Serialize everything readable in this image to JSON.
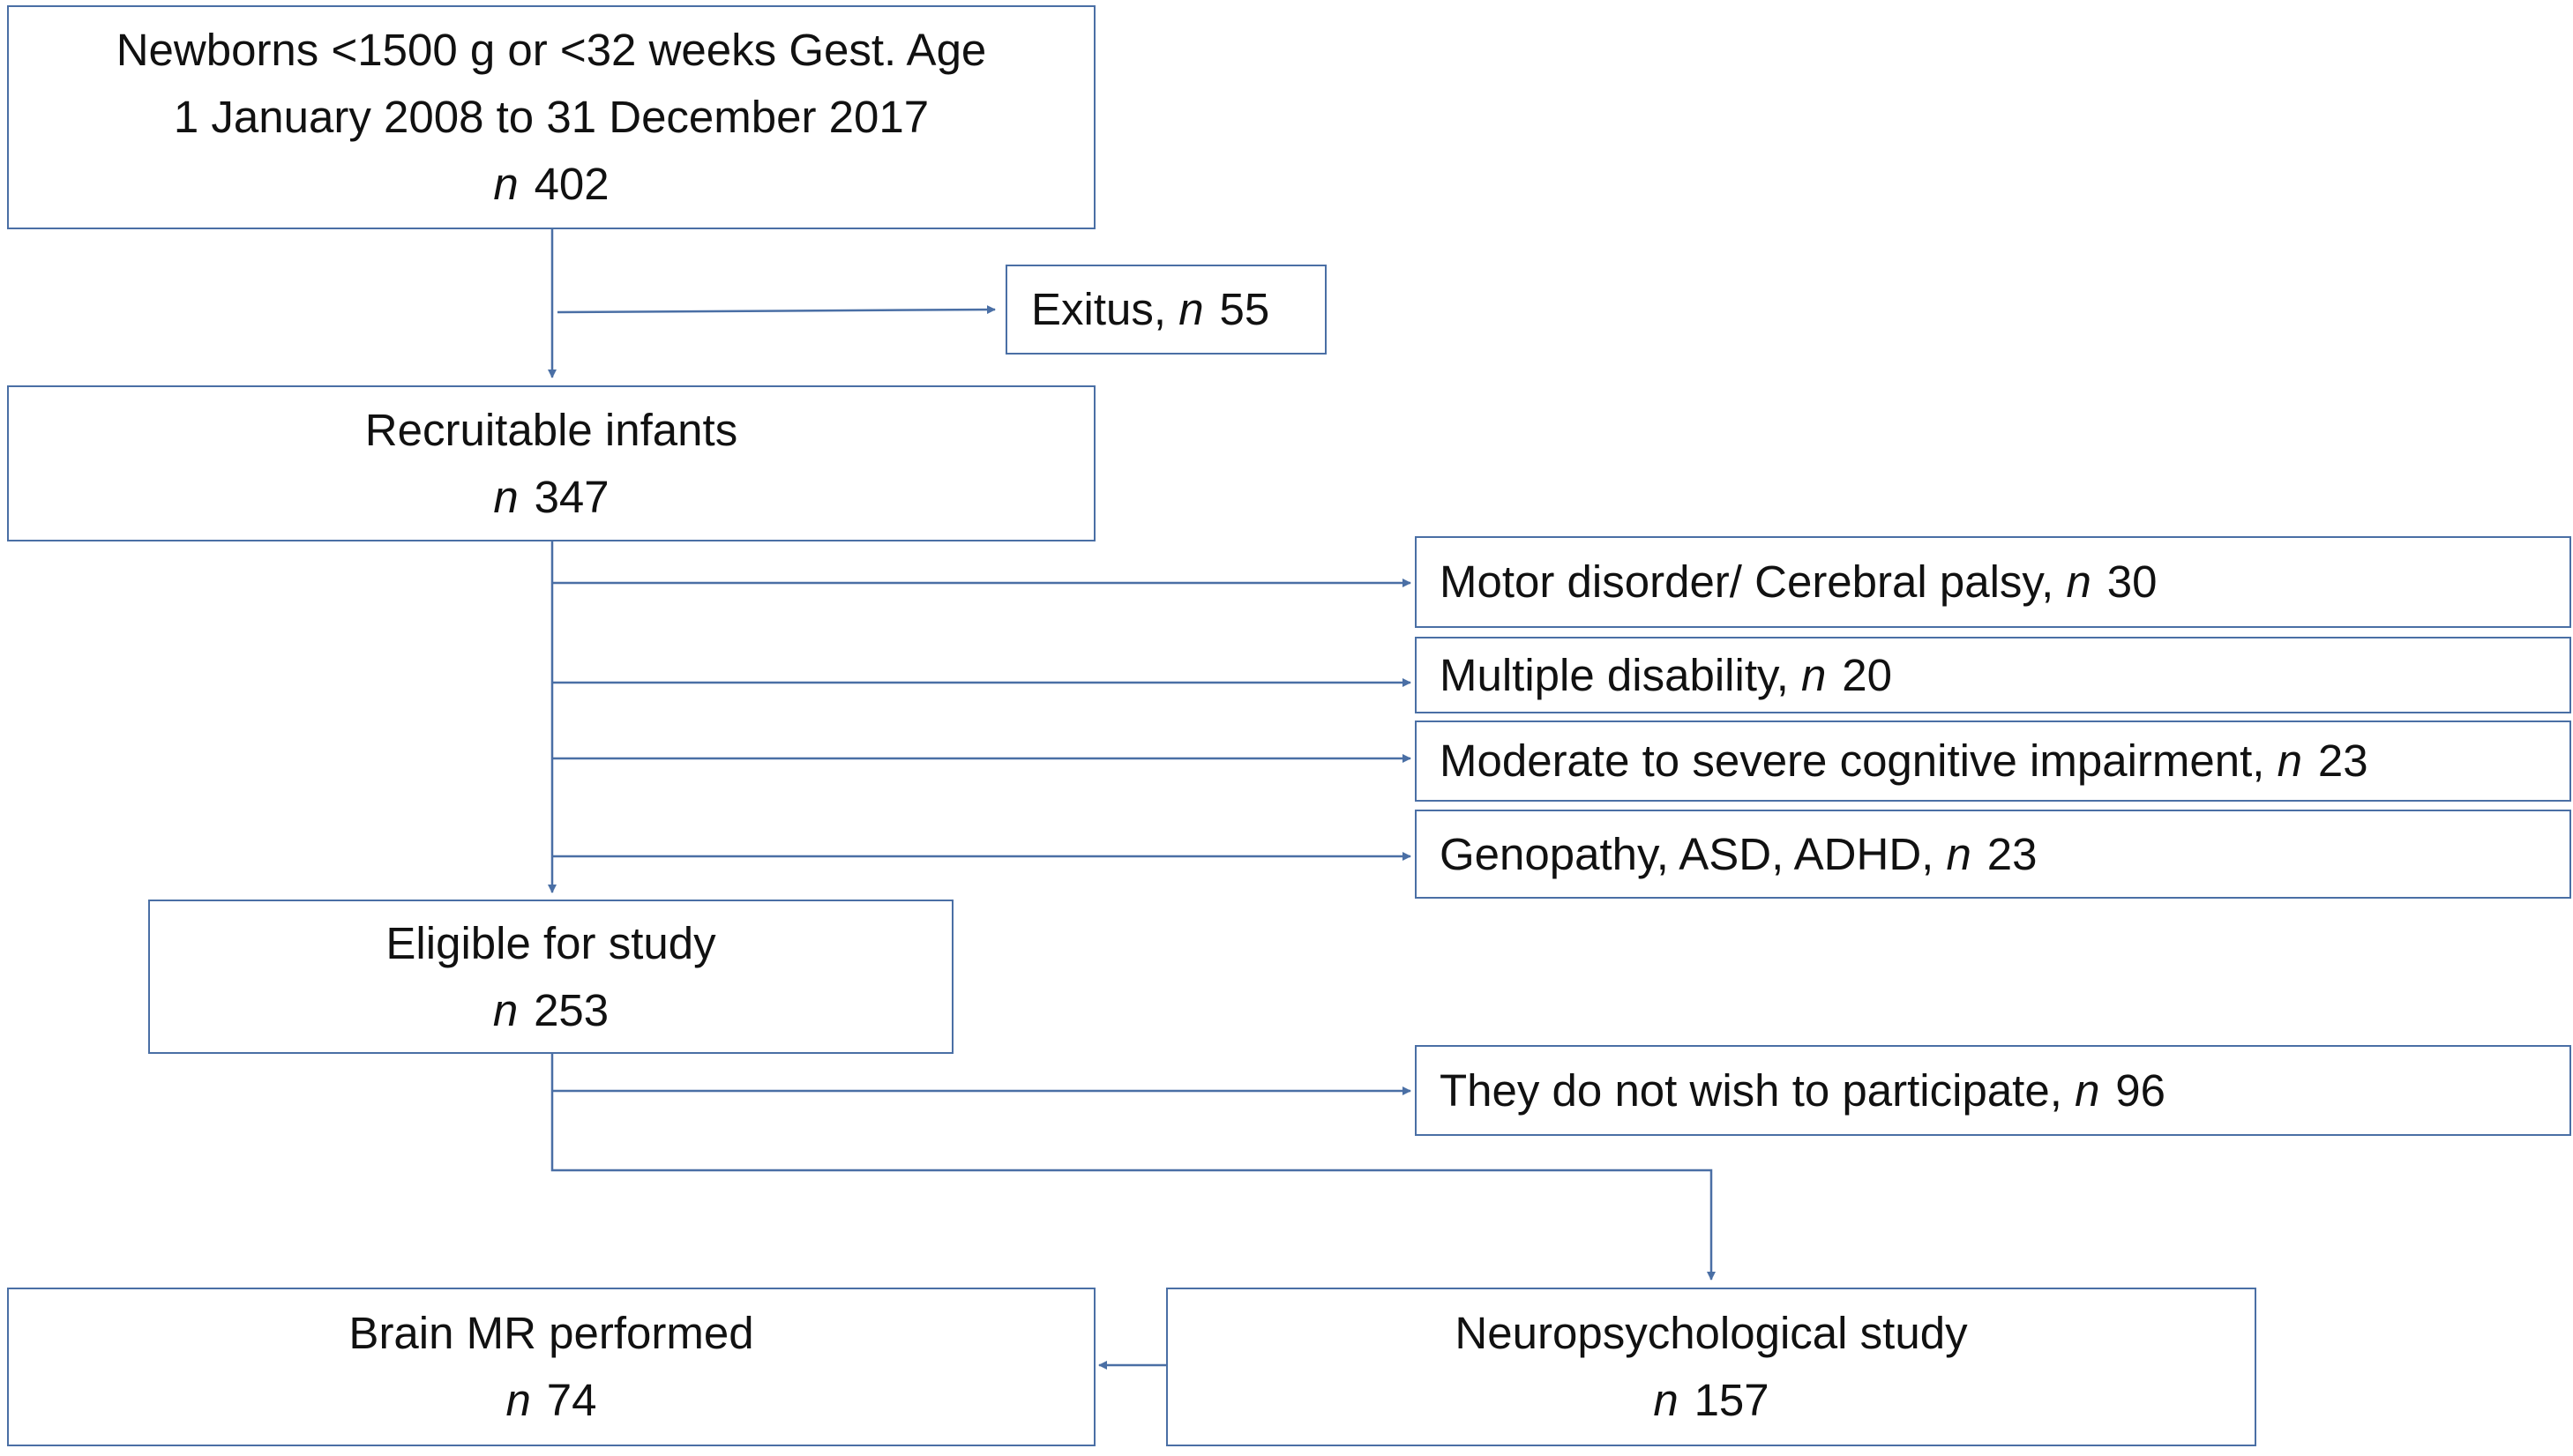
{
  "colors": {
    "border": "#4a6fa5",
    "connector": "#4a6fa5",
    "text": "#111111"
  },
  "n_prefix": "n",
  "boxes": {
    "newborns": {
      "line1": "Newborns <1500 g or <32 weeks Gest. Age",
      "line2": "1 January 2008 to 31 December 2017",
      "count": "402"
    },
    "exitus": {
      "label": "Exitus,",
      "count": "55"
    },
    "recruitable": {
      "line1": "Recruitable infants",
      "count": "347"
    },
    "motor": {
      "label": "Motor disorder/ Cerebral palsy,",
      "count": "30"
    },
    "multiple": {
      "label": "Multiple disability,",
      "count": "20"
    },
    "cognitive": {
      "label": "Moderate to severe cognitive impairment,",
      "count": "23"
    },
    "genopathy": {
      "label": "Genopathy, ASD, ADHD,",
      "count": "23"
    },
    "eligible": {
      "line1": "Eligible for study",
      "count": "253"
    },
    "declined": {
      "label": "They do not wish to participate,",
      "count": "96"
    },
    "neuropsych": {
      "line1": "Neuropsychological study",
      "count": "157"
    },
    "brain_mr": {
      "line1": "Brain MR performed",
      "count": "74"
    }
  }
}
